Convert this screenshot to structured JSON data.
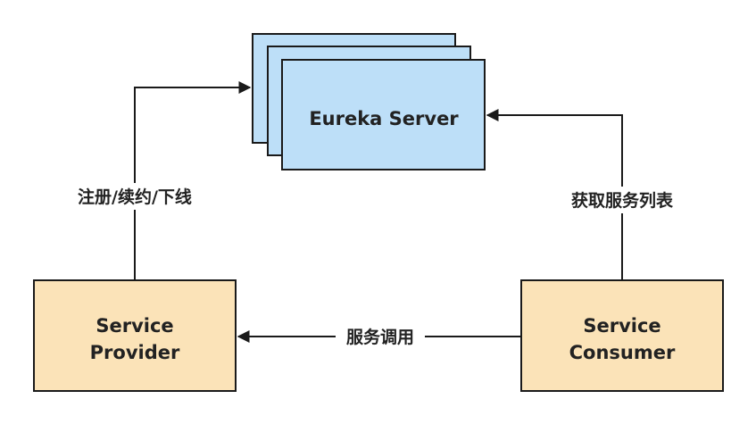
{
  "nodes": {
    "eureka": {
      "label": "Eureka Server",
      "fill": "#bddff8",
      "stroke": "#1a1a1a"
    },
    "provider": {
      "line1": "Service",
      "line2": "Provider",
      "fill": "#fbe3b8",
      "stroke": "#1a1a1a"
    },
    "consumer": {
      "line1": "Service",
      "line2": "Consumer",
      "fill": "#fbe3b8",
      "stroke": "#1a1a1a"
    }
  },
  "edges": {
    "register": {
      "label": "注册/续约/下线"
    },
    "fetch": {
      "label": "获取服务列表"
    },
    "invoke": {
      "label": "服务调用"
    }
  },
  "colors": {
    "line": "#1a1a1a",
    "background": "#ffffff"
  }
}
